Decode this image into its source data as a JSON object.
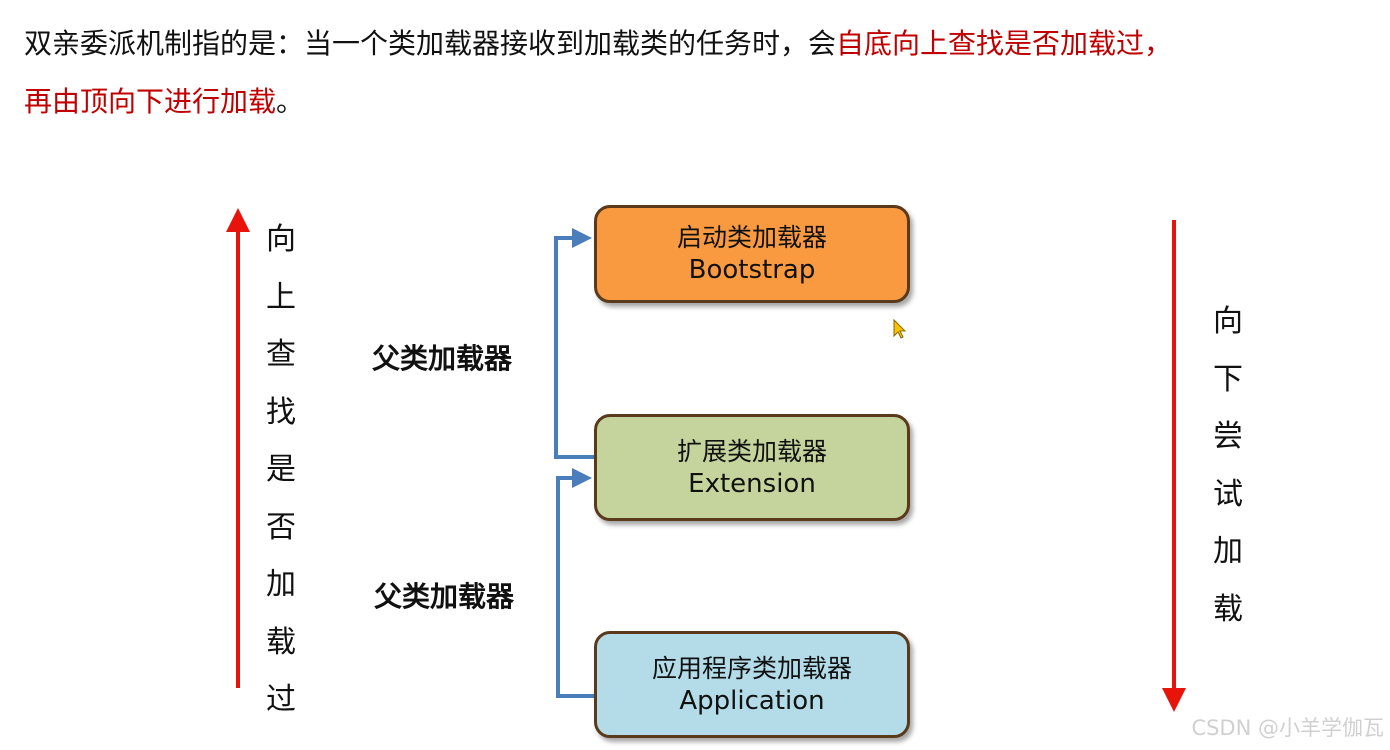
{
  "intro": {
    "line1_black": "双亲委派机制指的是：当一个类加载器接收到加载类的任务时，会",
    "line1_red": "自底向上查找是否加载过，",
    "line2_red": "再由顶向下进行加载",
    "line2_end": "。"
  },
  "left_arrow_text": [
    "向",
    "上",
    "查",
    "找",
    "是",
    "否",
    "加",
    "载",
    "过"
  ],
  "right_arrow_text": [
    "向",
    "下",
    "尝",
    "试",
    "加",
    "载"
  ],
  "parent_label_1": "父类加载器",
  "parent_label_2": "父类加载器",
  "loaders": [
    {
      "cn": "启动类加载器",
      "en": "Bootstrap",
      "color": "#f99a40"
    },
    {
      "cn": "扩展类加载器",
      "en": "Extension",
      "color": "#c4d49c"
    },
    {
      "cn": "应用程序类加载器",
      "en": "Application",
      "color": "#b4dce8"
    }
  ],
  "watermark": "CSDN @小羊学伽瓦"
}
